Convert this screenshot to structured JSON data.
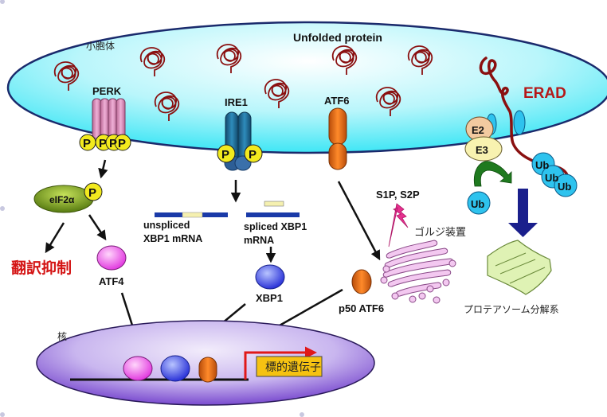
{
  "diagram": {
    "header_text": "",
    "er_label": "小胞体",
    "unfolded_protein_label": "Unfolded protein",
    "nucleus_label": "核",
    "sensors": {
      "perk": "PERK",
      "ire1": "IRE1",
      "atf6": "ATF6"
    },
    "phospho": "P",
    "perk_branch": {
      "eif2a": "eIF2α",
      "translation_inhibition": "翻訳抑制",
      "atf4": "ATF4"
    },
    "ire1_branch": {
      "unspliced_line1": "unspliced",
      "unspliced_line2": "XBP1 mRNA",
      "spliced_line1": "spliced XBP1",
      "spliced_line2": "mRNA",
      "xbp1": "XBP1"
    },
    "atf6_branch": {
      "proteases": "S1P, S2P",
      "golgi": "ゴルジ装置",
      "p50": "p50 ATF6"
    },
    "erad": {
      "title": "ERAD",
      "e2": "E2",
      "e3": "E3",
      "ub": "Ub",
      "proteasome": "プロテアソーム分解系"
    },
    "target_gene": "標的遺伝子",
    "colors": {
      "er_fill": "#3fe6f5",
      "er_border": "#1a2a6c",
      "nucleus_fill": "#8a5bd8",
      "perk": "#d98bb8",
      "ire1": "#1f6c96",
      "atf6": "#e06414",
      "phospho": "#f2ea1e",
      "eif2a": "#6f9a1c",
      "atf4": "#ee66e6",
      "xbp1": "#4a5ae8",
      "erad_text": "#b51818",
      "translation_text": "#d41414",
      "ub": "#2ec3ee",
      "proteasome": "#dff2b4",
      "arrow_navy": "#1a1f8c",
      "target_gene_box": "#f5c212",
      "transcription_arrow": "#e01818"
    }
  }
}
